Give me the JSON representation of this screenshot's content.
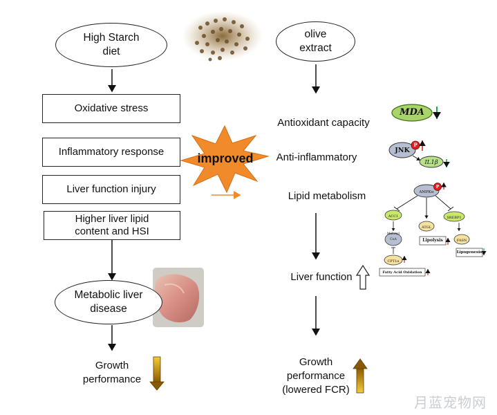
{
  "left": {
    "oval_top": "High Starch diet",
    "boxes": [
      "Oxidative stress",
      "Inflammatory response",
      "Liver function injury",
      "Higher liver lipid content and HSI"
    ],
    "oval_bottom": "Metabolic liver disease",
    "growth": "Growth performance"
  },
  "middle": {
    "starburst": "improved"
  },
  "right": {
    "oval_top": "olive extract",
    "antioxidant": "Antioxidant capacity",
    "antiinflammatory": "Anti-inflammatory",
    "lipid": "Lipid metabolism",
    "liver": "Liver function",
    "growth": "Growth performance (lowered FCR)"
  },
  "insets": {
    "mda": "MDA",
    "jnk": "JNK",
    "p": "P",
    "il1b": "IL1β",
    "ampk": "AMPKα",
    "acc1": "ACC1",
    "malonyl": "Malonyl CoA",
    "cpt1a": "CPT1α",
    "atgl": "ATGL",
    "srebp1": "SREBP1",
    "fasn": "FASN",
    "lipolysis": "Lipolysis",
    "lipogenesis": "Lipogenesis",
    "fao": "Fatty Acid Oxidation"
  },
  "watermark": "月蓝宠物网",
  "colors": {
    "up": "#e02020",
    "down": "#1aa84a",
    "gold": "#d4a017",
    "starburst": "#f08a2a",
    "mda_fill": "#a8d46a"
  }
}
